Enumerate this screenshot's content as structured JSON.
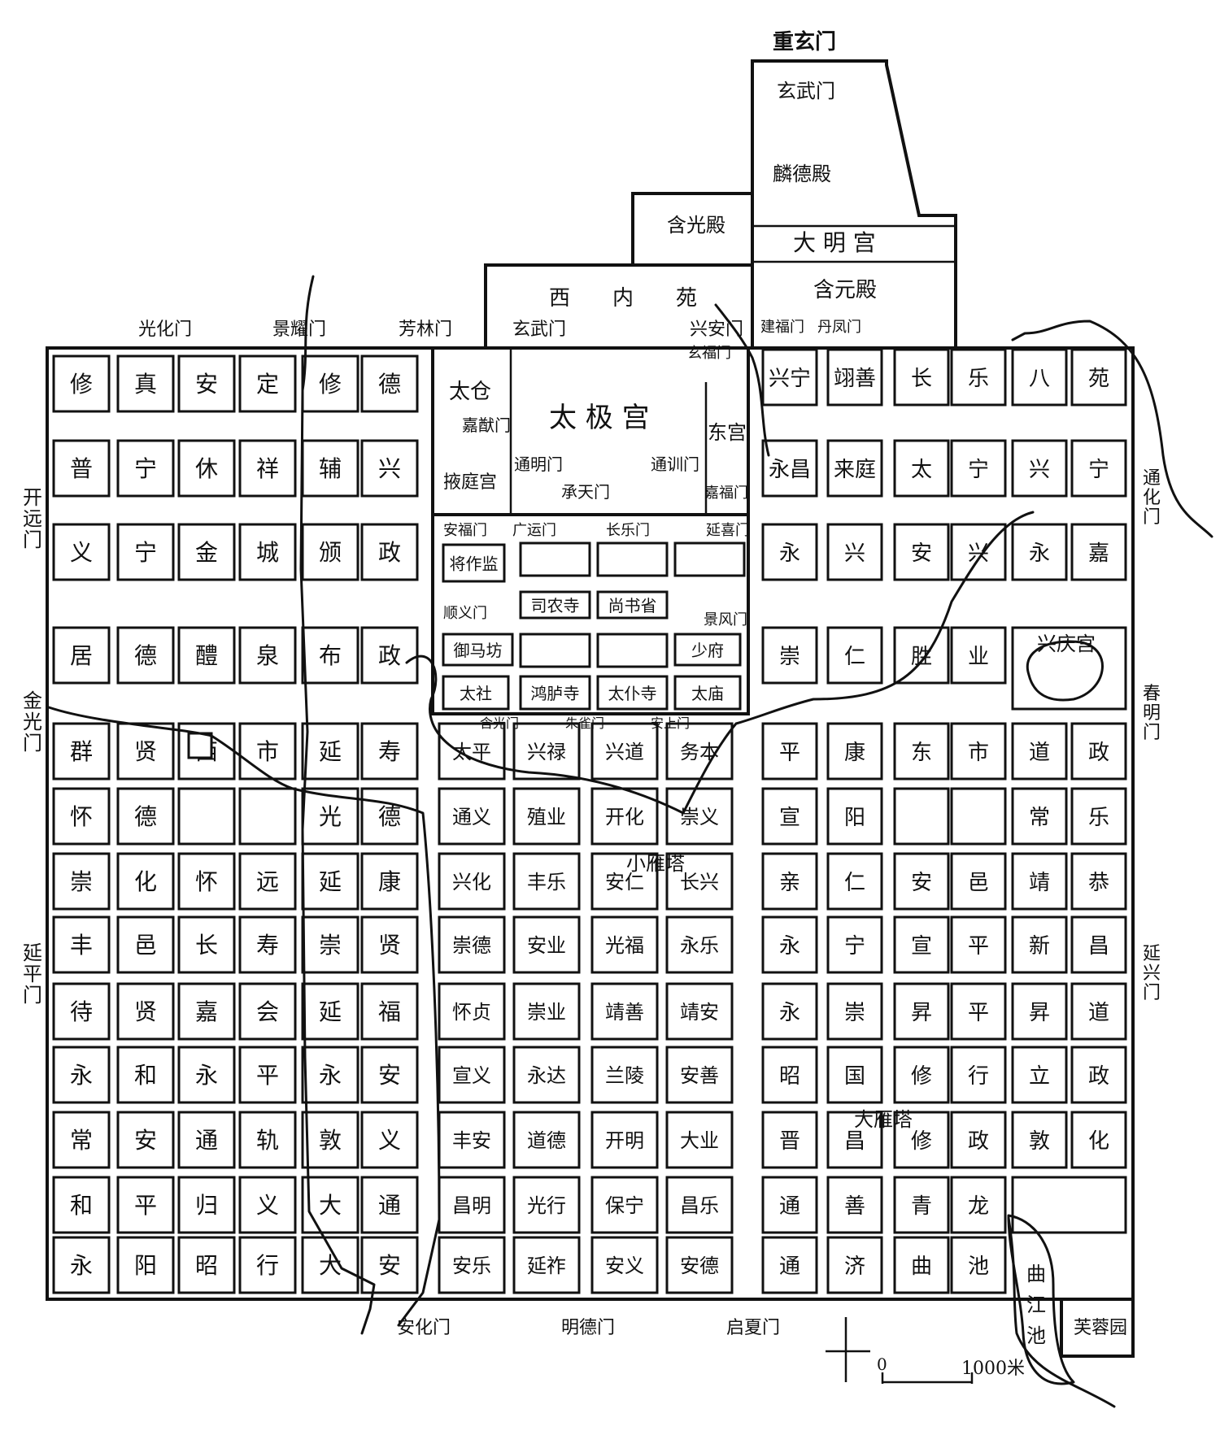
{
  "title": "",
  "colors": {
    "ink": "#111111",
    "paper": "#ffffff"
  },
  "wards": [
    [
      "修",
      "真",
      "安",
      "定",
      "修",
      "德"
    ],
    [
      "普",
      "宁",
      "休",
      "祥",
      "辅",
      "兴"
    ],
    [
      "义",
      "宁",
      "金",
      "城",
      "颁",
      "政"
    ],
    [
      "居",
      "德",
      "醴",
      "泉",
      "布",
      "政"
    ],
    [
      "群",
      "贤",
      "西",
      "市",
      "延",
      "寿"
    ],
    [
      "怀",
      "德",
      "",
      "",
      "光",
      "德"
    ],
    [
      "崇",
      "化",
      "怀",
      "远",
      "延",
      "康"
    ],
    [
      "丰",
      "邑",
      "长",
      "寿",
      "崇",
      "贤"
    ],
    [
      "待",
      "贤",
      "嘉",
      "会",
      "延",
      "福"
    ],
    [
      "永",
      "和",
      "永",
      "平",
      "永",
      "安"
    ],
    [
      "常",
      "安",
      "通",
      "轨",
      "敦",
      "义"
    ],
    [
      "和",
      "平",
      "归",
      "义",
      "大",
      "通"
    ],
    [
      "永",
      "阳",
      "昭",
      "行",
      "大",
      "安"
    ]
  ],
  "center_wards": [
    [
      "太平",
      "兴禄",
      "兴道",
      "务本"
    ],
    [
      "通义",
      "殖业",
      "开化",
      "崇义"
    ],
    [
      "兴化",
      "丰乐",
      "安仁",
      "长兴"
    ],
    [
      "崇德",
      "安业",
      "光福",
      "永乐"
    ],
    [
      "怀贞",
      "崇业",
      "靖善",
      "靖安"
    ],
    [
      "宣义",
      "永达",
      "兰陵",
      "安善"
    ],
    [
      "丰安",
      "道德",
      "开明",
      "大业"
    ],
    [
      "昌明",
      "光行",
      "保宁",
      "昌乐"
    ],
    [
      "安乐",
      "延祚",
      "安义",
      "安德"
    ]
  ],
  "east_wards": [
    [
      "兴宁",
      "翊善",
      "长",
      "乐",
      "八",
      "苑"
    ],
    [
      "永昌",
      "来庭",
      "太",
      "宁",
      "兴",
      "宁"
    ],
    [
      "永",
      "兴",
      "安",
      "兴",
      "永",
      "嘉"
    ],
    [
      "崇",
      "仁",
      "胜",
      "业",
      "兴庆宫",
      "庆"
    ],
    [
      "平",
      "康",
      "东",
      "市",
      "道",
      "政"
    ],
    [
      "宣",
      "阳",
      "",
      "",
      "常",
      "乐"
    ],
    [
      "亲",
      "仁",
      "安",
      "邑",
      "靖",
      "恭"
    ],
    [
      "永",
      "宁",
      "宣",
      "平",
      "新",
      "昌"
    ],
    [
      "永",
      "崇",
      "昇",
      "平",
      "昇",
      "道"
    ],
    [
      "昭",
      "国",
      "修",
      "行",
      "立",
      "政"
    ],
    [
      "晋",
      "昌",
      "修",
      "政",
      "敦",
      "化"
    ],
    [
      "通",
      "善",
      "青",
      "龙",
      "",
      ""
    ],
    [
      "通",
      "济",
      "曲",
      "池",
      "",
      ""
    ]
  ],
  "gates": {
    "chongxuan": "重玄门",
    "xuanwu_north": "玄武门",
    "guanghua": "光化门",
    "jingyao": "景耀门",
    "fanglin": "芳林门",
    "xuanwu": "玄武门",
    "xingan": "兴安门",
    "jianfu": "建福门",
    "danfeng": "丹凤门",
    "xuanfu": "玄福门",
    "kaiyuan": "开远门",
    "jinguang": "金光门",
    "yanping": "延平门",
    "tonghua": "通化门",
    "chunming": "春明门",
    "yanxing": "延兴门",
    "anhua": "安化门",
    "mingde": "明德门",
    "qixia": "启夏门",
    "jiayou": "嘉猷门",
    "tongming": "通明门",
    "chengtian": "承天门",
    "tongxun": "通训门",
    "jiafu": "嘉福门",
    "anfu": "安福门",
    "guangyun": "广运门",
    "changle": "长乐门",
    "yanxi": "延喜门",
    "shunyi": "顺义门",
    "jingfeng": "景风门",
    "hanguang": "含光门",
    "zhuque": "朱雀门",
    "anshang": "安上门"
  },
  "palace": {
    "linde": "麟德殿",
    "daming": "大 明 宫",
    "hanyuan": "含元殿",
    "hanguang": "含光殿",
    "xinei": "西　　内　　苑",
    "taiji": "太 极 宫",
    "taicang": "太仓",
    "yeting": "掖庭宫",
    "donggong": "东宫"
  },
  "imperial_city": {
    "jiangzuo": "将作监",
    "siyi": "司农寺",
    "shangshu": "尚书省",
    "taipu": "太仆寺",
    "taimiao": "太庙",
    "taishe": "太社",
    "honglu": "鸿胪寺",
    "yuma": "御马坊",
    "shaofu": "少府"
  },
  "landmarks": {
    "small_pagoda": "小雁塔",
    "big_pagoda": "大雁塔",
    "qujiang": "曲江池",
    "furong": "芙蓉园"
  },
  "scale": {
    "zero": "0",
    "label": "1000米"
  }
}
